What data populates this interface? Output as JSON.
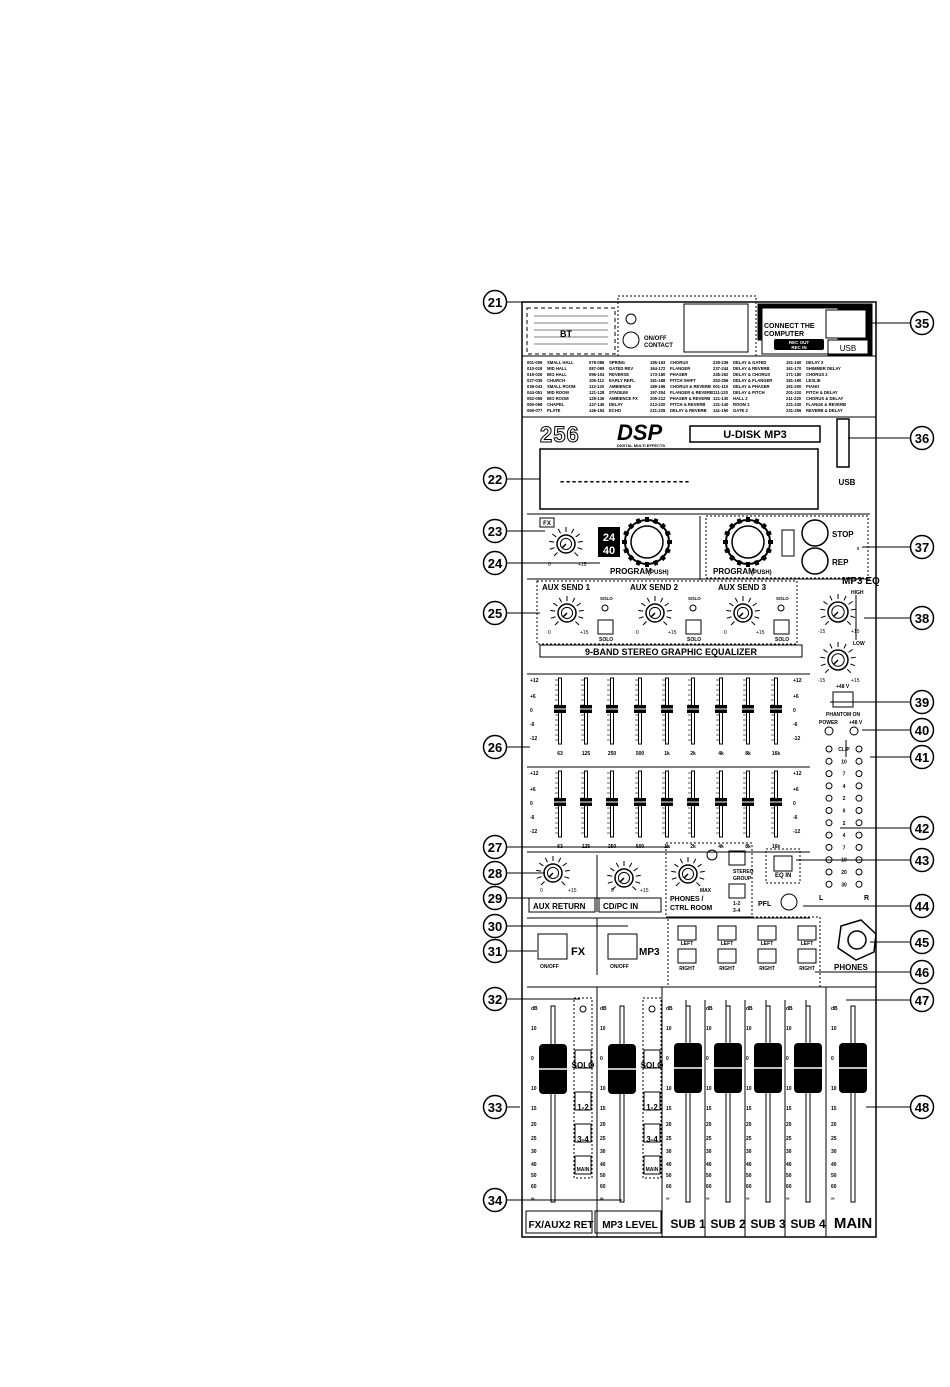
{
  "callouts": [
    "21",
    "22",
    "23",
    "24",
    "25",
    "26",
    "27",
    "28",
    "29",
    "30",
    "31",
    "32",
    "33",
    "34",
    "35",
    "36",
    "37",
    "38",
    "39",
    "40",
    "41",
    "42",
    "43",
    "44",
    "45",
    "46",
    "47",
    "48"
  ],
  "header": {
    "bt": "BT",
    "on_off_contact": [
      "ON/OFF",
      "CONTACT"
    ],
    "connect": [
      "CONNECT THE",
      "COMPUTER"
    ],
    "rec_out": [
      "REC OUT",
      "REC IN"
    ],
    "usb": "USB"
  },
  "presets": [
    [
      [
        "001-009",
        "SMALL HALL"
      ],
      [
        "010-018",
        "MID HALL"
      ],
      [
        "019-026",
        "BIG HALL"
      ],
      [
        "027-035",
        "CHURCH"
      ],
      [
        "036-043",
        "SMALL ROOM"
      ],
      [
        "044-051",
        "MID ROOM"
      ],
      [
        "052-059",
        "BIG ROOM"
      ],
      [
        "060-068",
        "CHAPEL"
      ],
      [
        "069-077",
        "PLATE"
      ]
    ],
    [
      [
        "078-086",
        "SPRING"
      ],
      [
        "087-095",
        "GATED REV"
      ],
      [
        "096-104",
        "REVERSE"
      ],
      [
        "105-112",
        "EARLY REFL"
      ],
      [
        "113-120",
        "AMBIENCE"
      ],
      [
        "121-128",
        "STADIUM"
      ],
      [
        "129-136",
        "AMBIENCE FX"
      ],
      [
        "137-145",
        "DELAY"
      ],
      [
        "146-154",
        "ECHO"
      ]
    ],
    [
      [
        "155-163",
        "CHORUS"
      ],
      [
        "164-172",
        "FLANGER"
      ],
      [
        "173-180",
        "PHASER"
      ],
      [
        "181-188",
        "PITCH SHIFT"
      ],
      [
        "189-196",
        "CHORUS & REVERB"
      ],
      [
        "197-204",
        "FLANGER & REVERB"
      ],
      [
        "205-212",
        "PHASER & REVERB"
      ],
      [
        "213-220",
        "PITCH & REVERB"
      ],
      [
        "221-228",
        "DELAY & REVERB"
      ]
    ],
    [
      [
        "229-236",
        "DELAY & GATED"
      ],
      [
        "237-244",
        "DELAY & REVERB"
      ],
      [
        "245-252",
        "DELAY & CHORUS"
      ],
      [
        "253-256",
        "DELAY & FLANGER"
      ],
      [
        "001-110",
        "DELAY & PHASER"
      ],
      [
        "111-120",
        "DELAY & PITCH"
      ],
      [
        "121-130",
        "HALL 2"
      ],
      [
        "131-140",
        "ROOM 2"
      ],
      [
        "141-150",
        "GATE 2"
      ]
    ],
    [
      [
        "151-160",
        "DELAY 2"
      ],
      [
        "161-170",
        "SHIMMER DELAY"
      ],
      [
        "171-180",
        "CHORUS 2"
      ],
      [
        "181-190",
        "LESLIE"
      ],
      [
        "191-200",
        "PIANO"
      ],
      [
        "201-210",
        "PITCH & DELAY"
      ],
      [
        "211-220",
        "CHORUS & DELAY"
      ],
      [
        "221-230",
        "FLANGE & REVERB"
      ],
      [
        "231-256",
        "REVERB & DELAY"
      ]
    ]
  ],
  "dsp": {
    "logo_num": "256",
    "logo": "DSP",
    "logo_sub": "DIGITAL MULTI EFFECTS",
    "mp3_title": "U-DISK MP3",
    "display": "- - - - - - - - - - - - - - - - - - - - - -",
    "usb": "USB"
  },
  "fx": {
    "label": "FX",
    "min": "0",
    "max": "+15",
    "badge": [
      "24",
      "40"
    ],
    "program": "PROGRAM",
    "push": "(PUSH)"
  },
  "mp3_ctrl": {
    "program": "PROGRAM",
    "push": "(PUSH)",
    "stop": "STOP",
    "rep": "REP"
  },
  "aux_sends": [
    {
      "name": "AUX SEND 1",
      "min": "0",
      "max": "+15",
      "solo": "SOLO"
    },
    {
      "name": "AUX SEND 2",
      "min": "0",
      "max": "+15",
      "solo": "SOLO"
    },
    {
      "name": "AUX SEND 3",
      "min": "0",
      "max": "+15",
      "solo": "SOLO"
    }
  ],
  "mp3eq": {
    "title": "MP3 EQ",
    "high": "HIGH",
    "low": "LOW",
    "min": "-15",
    "max": "+15"
  },
  "geq": {
    "title": "9-BAND STEREO GRAPHIC EQUALIZER",
    "scale": [
      "+12",
      "+6",
      "0",
      "-6",
      "-12"
    ],
    "bands": [
      "63",
      "125",
      "250",
      "500",
      "1k",
      "2k",
      "4k",
      "8k",
      "16k"
    ]
  },
  "phantom": {
    "plus48": "+48 V",
    "on": "PHANTOM ON",
    "power": "POWER",
    "led48": "+48 V"
  },
  "meter": {
    "levels": [
      "CLIP",
      "10",
      "7",
      "4",
      "2",
      "0",
      "2",
      "4",
      "7",
      "10",
      "20",
      "30"
    ],
    "left": "L",
    "right": "R"
  },
  "returns": {
    "aux_return": "AUX RETURN",
    "cd_pc_in": "CD/PC IN",
    "min": "0",
    "max": "+15"
  },
  "phones_ctrl": {
    "label": [
      "PHONES /",
      "CTRL ROOM"
    ],
    "max": "MAX",
    "stereo": "STEREO",
    "group": "GROUP",
    "g12": "1-2",
    "g34": "3-4"
  },
  "eq_in": "EQ IN",
  "pfl": "PFL",
  "fx_btn": {
    "label": "FX",
    "on_off": "ON/OFF"
  },
  "mp3_btn": {
    "label": "MP3",
    "on_off": "ON/OFF"
  },
  "assign": {
    "left": "LEFT",
    "right": "RIGHT"
  },
  "phones_jack": "PHONES",
  "fader_scale": [
    "dB",
    "10",
    "0",
    "10",
    "15",
    "20",
    "25",
    "30",
    "40",
    "50",
    "60",
    "∞"
  ],
  "routing": [
    "SOLO",
    "1-2",
    "3-4",
    "MAIN"
  ],
  "channels": [
    {
      "label": "FX/AUX2 RET"
    },
    {
      "label": "MP3 LEVEL"
    },
    {
      "label": "SUB 1"
    },
    {
      "label": "SUB 2"
    },
    {
      "label": "SUB 3"
    },
    {
      "label": "SUB 4"
    },
    {
      "label": "MAIN"
    }
  ]
}
